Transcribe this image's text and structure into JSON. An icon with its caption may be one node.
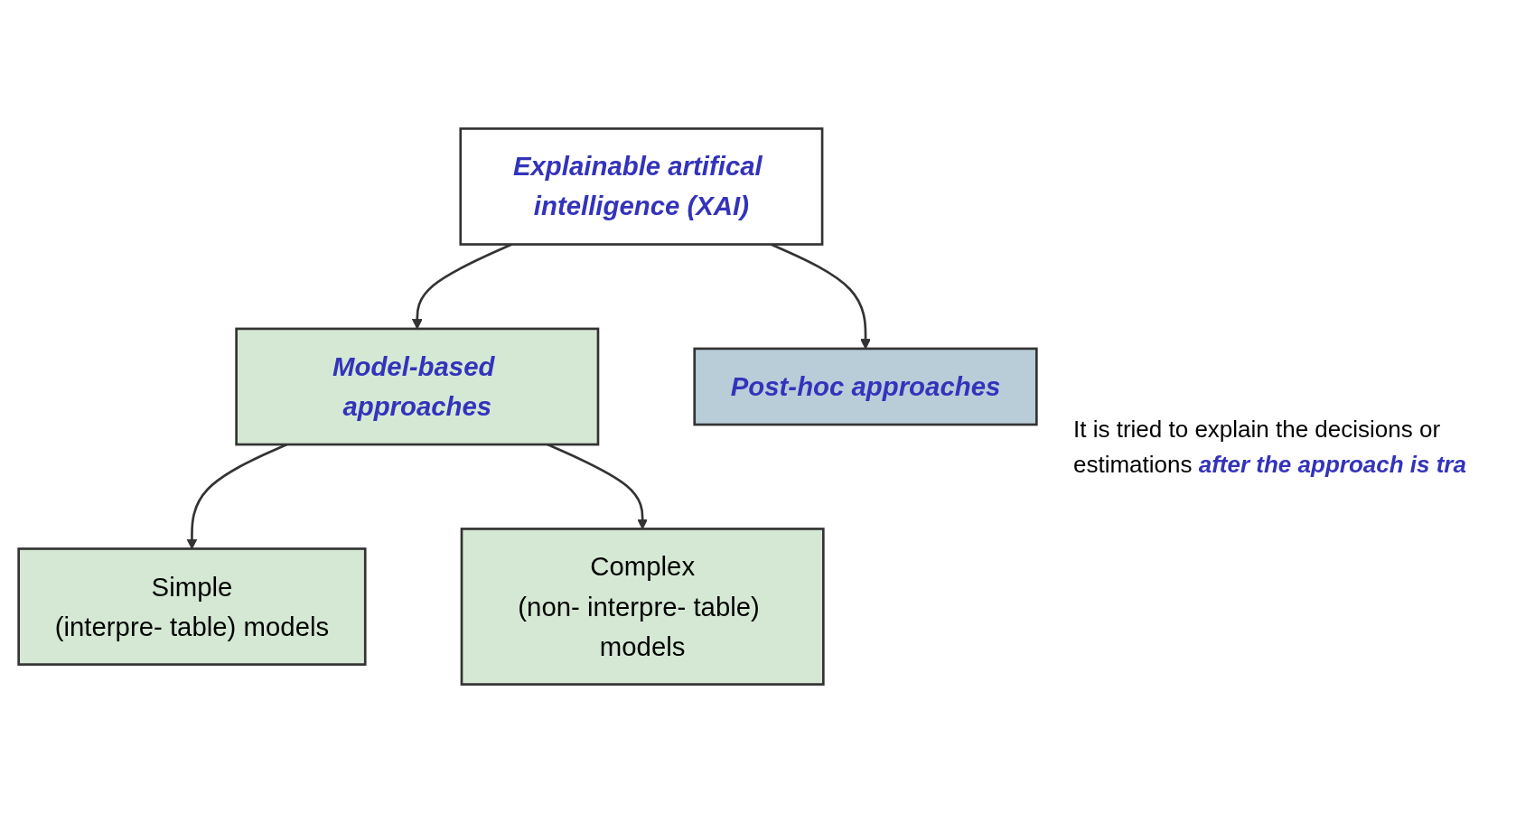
{
  "diagram": {
    "nodes": [
      {
        "text": [
          "Explainable artifical intelligence (XAI)"
        ]
      },
      {
        "text": [
          "Model-based approaches"
        ]
      },
      {
        "text": [
          "Post-hoc approaches"
        ]
      },
      {
        "text": [
          "Simple",
          "(interpre- table) models"
        ]
      },
      {
        "text": [
          "Complex",
          "(non- interpre- table) models"
        ]
      }
    ],
    "edges": [
      {
        "from": 0,
        "to": 1,
        "arrow": "to"
      },
      {
        "from": 0,
        "to": 2,
        "arrow": "to"
      },
      {
        "from": 1,
        "to": 3,
        "arrow": "to"
      },
      {
        "from": 1,
        "to": 4,
        "arrow": "to"
      }
    ],
    "labels": [
      "It is tried to explain the decisions or estimations **after the approach is tra**"
    ]
  }
}
